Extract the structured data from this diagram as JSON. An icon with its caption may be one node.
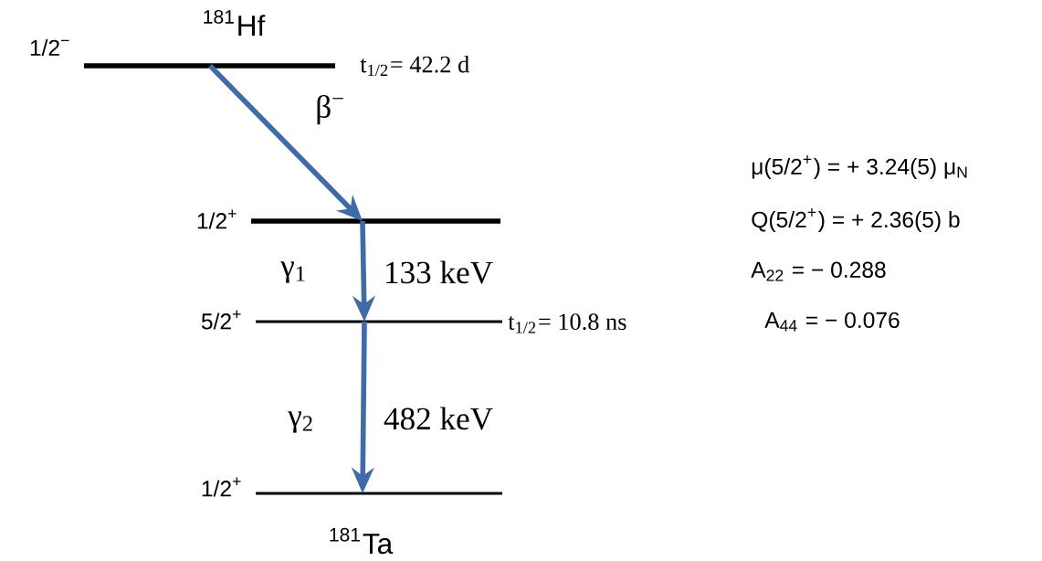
{
  "diagram": {
    "nodes": [
      {
        "text": [
          "1/2$^{−}$"
        ],
        "beside": [
          "$^{181}$Hf",
          "t$_{1/2}$= 42.2  d"
        ]
      },
      {
        "text": [
          "1/2$^{+}$"
        ]
      },
      {
        "text": [
          "5/2$^{+}$"
        ],
        "beside": [
          "t$_{1/2}$= 10.8  ns"
        ]
      },
      {
        "text": [
          "1/2$^{+}$"
        ],
        "beside": [
          "$^{181}$Ta"
        ]
      }
    ],
    "edges": [
      {
        "from": 0,
        "to": 1,
        "arrow": "to",
        "label": "β$^{−}$"
      },
      {
        "from": 1,
        "to": 2,
        "arrow": "to",
        "label": "γ$_{1}$"
      },
      {
        "from": 2,
        "to": 3,
        "arrow": "to",
        "label": "γ$_{2}$"
      }
    ],
    "labels": [
      "133 keV",
      "482 keV",
      "μ(5/2$^{+}$) = + 3.24(5) μ$_{N}$",
      "Q(5/2$^{+}$) = + 2.36(5) b",
      "A$_{22}$ = − 0.288",
      "A$_{44}$ = − 0.076"
    ]
  }
}
